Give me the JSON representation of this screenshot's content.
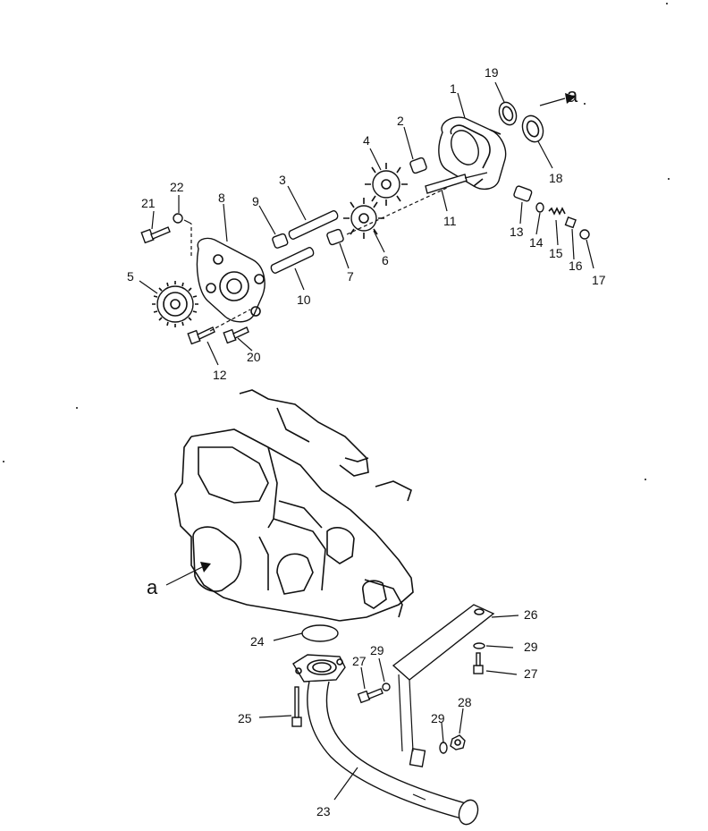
{
  "figure": {
    "view_marker": "a",
    "callouts": [
      "1",
      "2",
      "3",
      "4",
      "5",
      "6",
      "7",
      "8",
      "9",
      "10",
      "11",
      "12",
      "13",
      "14",
      "15",
      "16",
      "17",
      "18",
      "19",
      "20",
      "21",
      "22",
      "23",
      "24",
      "25",
      "26",
      "27",
      "27",
      "28",
      "29",
      "29",
      "29"
    ]
  },
  "colors": {
    "ink": "#111111",
    "paper": "#ffffff"
  }
}
